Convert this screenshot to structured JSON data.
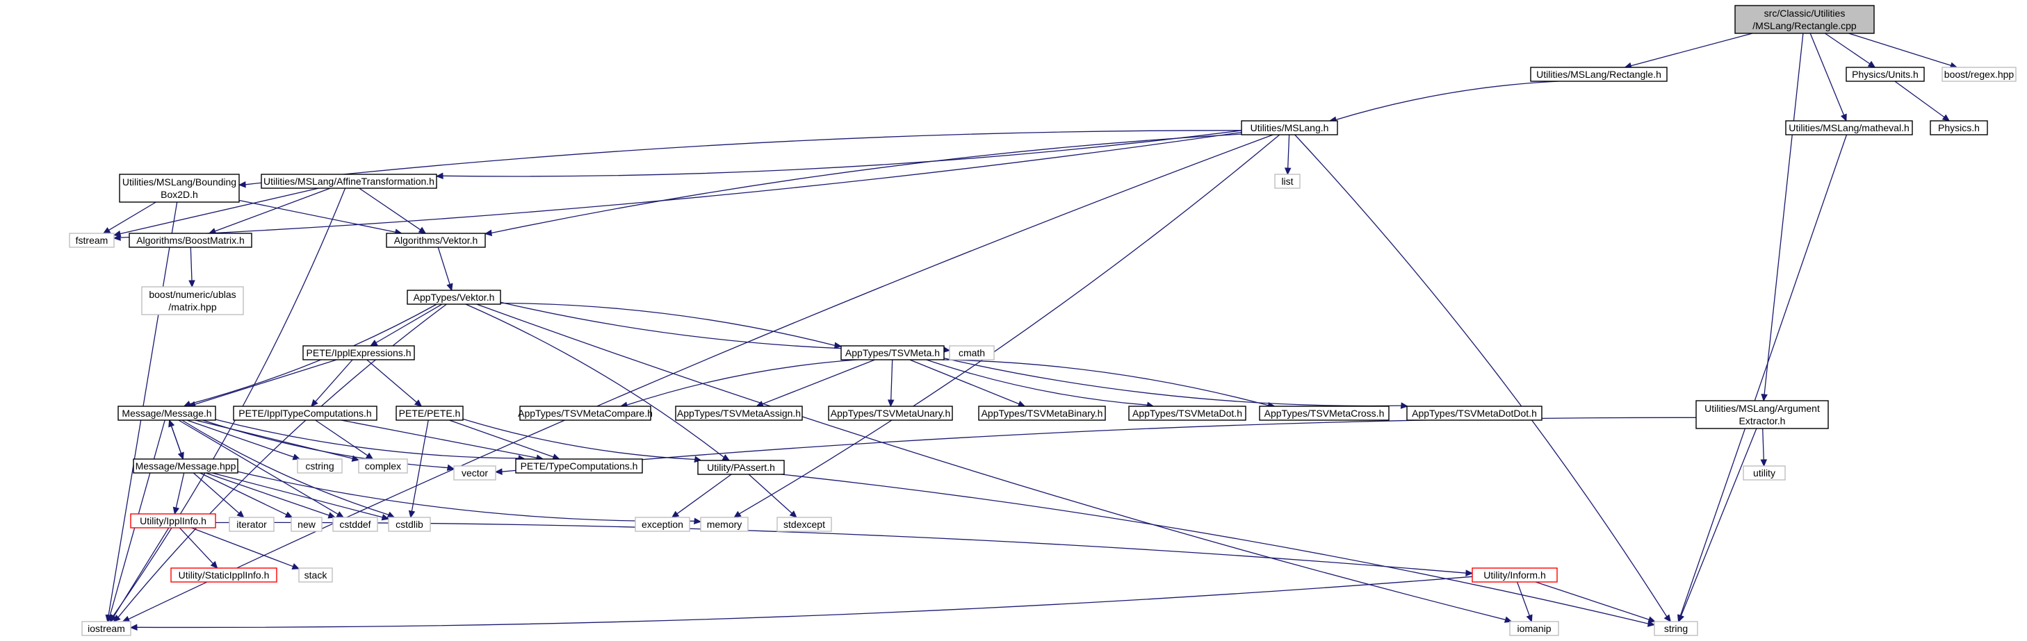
{
  "colors": {
    "background": "#ffffff",
    "edge": "#191970",
    "root_fill": "#bfbfbf",
    "root_border": "#000000",
    "documented_border": "#000000",
    "external_border": "#bfbfbf",
    "truncated_border": "#ff0000"
  },
  "nodes": [
    {
      "id": "root",
      "kind": "root",
      "lines": [
        "src/Classic/Utilities",
        "/MSLang/Rectangle.cpp"
      ]
    },
    {
      "id": "rect_h",
      "kind": "documented",
      "lines": [
        "Utilities/MSLang/Rectangle.h"
      ]
    },
    {
      "id": "phys_units",
      "kind": "documented",
      "lines": [
        "Physics/Units.h"
      ]
    },
    {
      "id": "boost_regex",
      "kind": "external",
      "lines": [
        "boost/regex.hpp"
      ]
    },
    {
      "id": "mslang_h",
      "kind": "documented",
      "lines": [
        "Utilities/MSLang.h"
      ]
    },
    {
      "id": "matheval",
      "kind": "documented",
      "lines": [
        "Utilities/MSLang/matheval.h"
      ]
    },
    {
      "id": "physics",
      "kind": "documented",
      "lines": [
        "Physics.h"
      ]
    },
    {
      "id": "bbox",
      "kind": "documented",
      "lines": [
        "Utilities/MSLang/Bounding",
        "Box2D.h"
      ]
    },
    {
      "id": "affine",
      "kind": "documented",
      "lines": [
        "Utilities/MSLang/AffineTransformation.h"
      ]
    },
    {
      "id": "list",
      "kind": "external",
      "lines": [
        "list"
      ]
    },
    {
      "id": "fstream",
      "kind": "external",
      "lines": [
        "fstream"
      ]
    },
    {
      "id": "boostmatrix",
      "kind": "documented",
      "lines": [
        "Algorithms/BoostMatrix.h"
      ]
    },
    {
      "id": "algvektor",
      "kind": "documented",
      "lines": [
        "Algorithms/Vektor.h"
      ]
    },
    {
      "id": "ublas",
      "kind": "external",
      "lines": [
        "boost/numeric/ublas",
        "/matrix.hpp"
      ]
    },
    {
      "id": "appvektor",
      "kind": "documented",
      "lines": [
        "AppTypes/Vektor.h"
      ]
    },
    {
      "id": "ipplexpr",
      "kind": "documented",
      "lines": [
        "PETE/IpplExpressions.h"
      ]
    },
    {
      "id": "tsvmeta",
      "kind": "documented",
      "lines": [
        "AppTypes/TSVMeta.h"
      ]
    },
    {
      "id": "cmath",
      "kind": "external",
      "lines": [
        "cmath"
      ]
    },
    {
      "id": "msg_h",
      "kind": "documented",
      "lines": [
        "Message/Message.h"
      ]
    },
    {
      "id": "ippltc",
      "kind": "documented",
      "lines": [
        "PETE/IpplTypeComputations.h"
      ]
    },
    {
      "id": "pete",
      "kind": "documented",
      "lines": [
        "PETE/PETE.h"
      ]
    },
    {
      "id": "tsvcompare",
      "kind": "documented",
      "lines": [
        "AppTypes/TSVMetaCompare.h"
      ]
    },
    {
      "id": "tsvassign",
      "kind": "documented",
      "lines": [
        "AppTypes/TSVMetaAssign.h"
      ]
    },
    {
      "id": "tsvunary",
      "kind": "documented",
      "lines": [
        "AppTypes/TSVMetaUnary.h"
      ]
    },
    {
      "id": "tsvbinary",
      "kind": "documented",
      "lines": [
        "AppTypes/TSVMetaBinary.h"
      ]
    },
    {
      "id": "tsvdot",
      "kind": "documented",
      "lines": [
        "AppTypes/TSVMetaDot.h"
      ]
    },
    {
      "id": "tsvcross",
      "kind": "documented",
      "lines": [
        "AppTypes/TSVMetaCross.h"
      ]
    },
    {
      "id": "tsvdotdot",
      "kind": "documented",
      "lines": [
        "AppTypes/TSVMetaDotDot.h"
      ]
    },
    {
      "id": "argextr",
      "kind": "documented",
      "lines": [
        "Utilities/MSLang/Argument",
        "Extractor.h"
      ]
    },
    {
      "id": "msg_hpp",
      "kind": "documented",
      "lines": [
        "Message/Message.hpp"
      ]
    },
    {
      "id": "cstring",
      "kind": "external",
      "lines": [
        "cstring"
      ]
    },
    {
      "id": "complex",
      "kind": "external",
      "lines": [
        "complex"
      ]
    },
    {
      "id": "vector",
      "kind": "external",
      "lines": [
        "vector"
      ]
    },
    {
      "id": "typecomp",
      "kind": "documented",
      "lines": [
        "PETE/TypeComputations.h"
      ]
    },
    {
      "id": "passert",
      "kind": "documented",
      "lines": [
        "Utility/PAssert.h"
      ]
    },
    {
      "id": "utility",
      "kind": "external",
      "lines": [
        "utility"
      ]
    },
    {
      "id": "ipplinfo",
      "kind": "truncated",
      "lines": [
        "Utility/IpplInfo.h"
      ]
    },
    {
      "id": "iterator",
      "kind": "external",
      "lines": [
        "iterator"
      ]
    },
    {
      "id": "new",
      "kind": "external",
      "lines": [
        "new"
      ]
    },
    {
      "id": "cstddef",
      "kind": "external",
      "lines": [
        "cstddef"
      ]
    },
    {
      "id": "cstdlib",
      "kind": "external",
      "lines": [
        "cstdlib"
      ]
    },
    {
      "id": "exception",
      "kind": "external",
      "lines": [
        "exception"
      ]
    },
    {
      "id": "memory",
      "kind": "external",
      "lines": [
        "memory"
      ]
    },
    {
      "id": "stdexcept",
      "kind": "external",
      "lines": [
        "stdexcept"
      ]
    },
    {
      "id": "staticippl",
      "kind": "truncated",
      "lines": [
        "Utility/StaticIpplInfo.h"
      ]
    },
    {
      "id": "stack",
      "kind": "external",
      "lines": [
        "stack"
      ]
    },
    {
      "id": "inform",
      "kind": "truncated",
      "lines": [
        "Utility/Inform.h"
      ]
    },
    {
      "id": "iostream",
      "kind": "external",
      "lines": [
        "iostream"
      ]
    },
    {
      "id": "iomanip",
      "kind": "external",
      "lines": [
        "iomanip"
      ]
    },
    {
      "id": "string",
      "kind": "external",
      "lines": [
        "string"
      ]
    }
  ],
  "edges": [
    [
      "root",
      "rect_h"
    ],
    [
      "root",
      "phys_units"
    ],
    [
      "root",
      "boost_regex"
    ],
    [
      "root",
      "matheval"
    ],
    [
      "root",
      "argextr"
    ],
    [
      "rect_h",
      "mslang_h"
    ],
    [
      "phys_units",
      "physics"
    ],
    [
      "mslang_h",
      "bbox"
    ],
    [
      "mslang_h",
      "affine"
    ],
    [
      "mslang_h",
      "list"
    ],
    [
      "mslang_h",
      "fstream"
    ],
    [
      "mslang_h",
      "algvektor"
    ],
    [
      "mslang_h",
      "string"
    ],
    [
      "mslang_h",
      "iostream"
    ],
    [
      "mslang_h",
      "memory"
    ],
    [
      "matheval",
      "string"
    ],
    [
      "bbox",
      "fstream"
    ],
    [
      "bbox",
      "algvektor"
    ],
    [
      "bbox",
      "iostream"
    ],
    [
      "affine",
      "fstream"
    ],
    [
      "affine",
      "boostmatrix"
    ],
    [
      "affine",
      "algvektor"
    ],
    [
      "affine",
      "iostream"
    ],
    [
      "boostmatrix",
      "ublas"
    ],
    [
      "algvektor",
      "appvektor"
    ],
    [
      "appvektor",
      "ipplexpr"
    ],
    [
      "appvektor",
      "tsvmeta"
    ],
    [
      "appvektor",
      "cmath"
    ],
    [
      "appvektor",
      "msg_h"
    ],
    [
      "appvektor",
      "iostream"
    ],
    [
      "appvektor",
      "passert"
    ],
    [
      "appvektor",
      "iomanip"
    ],
    [
      "ipplexpr",
      "msg_h"
    ],
    [
      "ipplexpr",
      "ippltc"
    ],
    [
      "ipplexpr",
      "pete"
    ],
    [
      "tsvmeta",
      "tsvcompare"
    ],
    [
      "tsvmeta",
      "tsvassign"
    ],
    [
      "tsvmeta",
      "tsvunary"
    ],
    [
      "tsvmeta",
      "tsvbinary"
    ],
    [
      "tsvmeta",
      "tsvdot"
    ],
    [
      "tsvmeta",
      "tsvcross"
    ],
    [
      "tsvmeta",
      "tsvdotdot"
    ],
    [
      "msg_h",
      "msg_hpp"
    ],
    [
      "msg_h",
      "cstring"
    ],
    [
      "msg_h",
      "complex"
    ],
    [
      "msg_h",
      "vector"
    ],
    [
      "msg_h",
      "cstddef"
    ],
    [
      "msg_h",
      "cstdlib"
    ],
    [
      "msg_h",
      "iostream"
    ],
    [
      "msg_h",
      "typecomp"
    ],
    [
      "ippltc",
      "complex"
    ],
    [
      "ippltc",
      "typecomp"
    ],
    [
      "pete",
      "typecomp"
    ],
    [
      "pete",
      "passert"
    ],
    [
      "pete",
      "cstdlib"
    ],
    [
      "msg_hpp",
      "msg_h"
    ],
    [
      "msg_hpp",
      "ipplinfo"
    ],
    [
      "msg_hpp",
      "iterator"
    ],
    [
      "msg_hpp",
      "new"
    ],
    [
      "msg_hpp",
      "cstddef"
    ],
    [
      "msg_hpp",
      "cstdlib"
    ],
    [
      "msg_hpp",
      "memory"
    ],
    [
      "passert",
      "exception"
    ],
    [
      "passert",
      "stdexcept"
    ],
    [
      "passert",
      "string"
    ],
    [
      "argextr",
      "vector"
    ],
    [
      "argextr",
      "utility"
    ],
    [
      "argextr",
      "string"
    ],
    [
      "ipplinfo",
      "staticippl"
    ],
    [
      "ipplinfo",
      "stack"
    ],
    [
      "ipplinfo",
      "inform"
    ],
    [
      "ipplinfo",
      "iostream"
    ],
    [
      "inform",
      "iostream"
    ],
    [
      "inform",
      "iomanip"
    ],
    [
      "inform",
      "string"
    ]
  ]
}
